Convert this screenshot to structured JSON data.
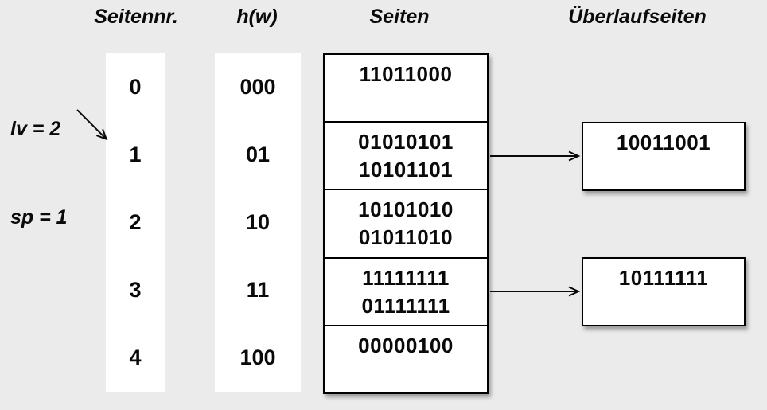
{
  "colors": {
    "background": "#ebebeb",
    "box_background": "#ffffff",
    "line": "#000000"
  },
  "headers": {
    "seitennr": "Seitennr.",
    "hw": "h(w)",
    "seiten": "Seiten",
    "ueberlaufseiten": "Überlaufseiten"
  },
  "annotation": {
    "line1": "lv = 2",
    "line2": "sp = 1"
  },
  "table": {
    "rows": [
      {
        "nr": "0",
        "hash": "000",
        "values": [
          "11011000"
        ]
      },
      {
        "nr": "1",
        "hash": "01",
        "values": [
          "01010101",
          "10101101"
        ]
      },
      {
        "nr": "2",
        "hash": "10",
        "values": [
          "10101010",
          "01011010"
        ]
      },
      {
        "nr": "3",
        "hash": "11",
        "values": [
          "11111111",
          "01111111"
        ]
      },
      {
        "nr": "4",
        "hash": "100",
        "values": [
          "00000100"
        ]
      }
    ]
  },
  "overflow_pages": [
    {
      "value": "10011001",
      "linked_page_nr": "1"
    },
    {
      "value": "10111111",
      "linked_page_nr": "3"
    }
  ]
}
